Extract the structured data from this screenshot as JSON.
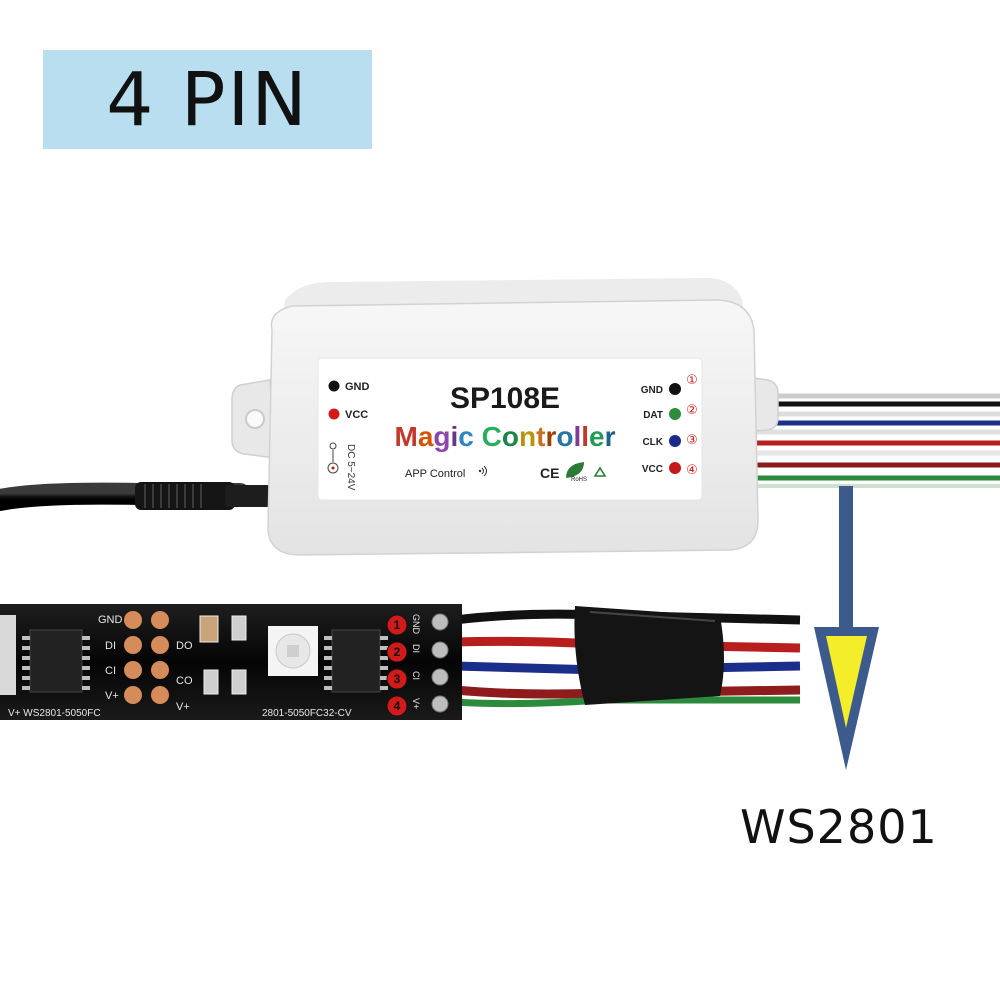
{
  "banner": {
    "label": "4 PIN"
  },
  "controller": {
    "model": "SP108E",
    "name_letters": [
      "M",
      "a",
      "g",
      "i",
      "c",
      " ",
      "C",
      "o",
      "n",
      "t",
      "r",
      "o",
      "l",
      "l",
      "e",
      "r"
    ],
    "app_label": "APP Control",
    "power_label": "DC 5~24V",
    "cert_ce": "CE",
    "cert_rohs": "RoHS",
    "left_terminals": [
      {
        "label": "GND",
        "color": "#111111"
      },
      {
        "label": "VCC",
        "color": "#d11a1a"
      }
    ],
    "right_terminals": [
      {
        "label": "GND",
        "num": "①",
        "color": "#111111"
      },
      {
        "label": "DAT",
        "num": "②",
        "color": "#2e8b3a"
      },
      {
        "label": "CLK",
        "num": "③",
        "color": "#1a2a8a"
      },
      {
        "label": "VCC",
        "num": "④",
        "color": "#c41818"
      }
    ]
  },
  "strip": {
    "pad_labels": [
      "GND",
      "DI",
      "CI",
      "V+"
    ],
    "pad_numbers": [
      "1",
      "2",
      "3",
      "4"
    ],
    "pcb_left_labels": [
      "GND",
      "DI",
      "CI",
      "V+"
    ],
    "pcb_mid_labels": [
      "DO",
      "CO",
      "V+"
    ],
    "print_left": "V+ WS2801-5050FC",
    "print_right": "2801-5050FC32-CV"
  },
  "caption": {
    "label": "WS2801"
  },
  "colors": {
    "banner_bg": "#b9def0",
    "arrow_stroke": "#3d5a8c",
    "arrow_fill": "#f4ee2a",
    "wire_red": "#b81e1e",
    "wire_green": "#2c8a3c",
    "wire_blue": "#1b2f8a",
    "wire_black": "#111111"
  }
}
